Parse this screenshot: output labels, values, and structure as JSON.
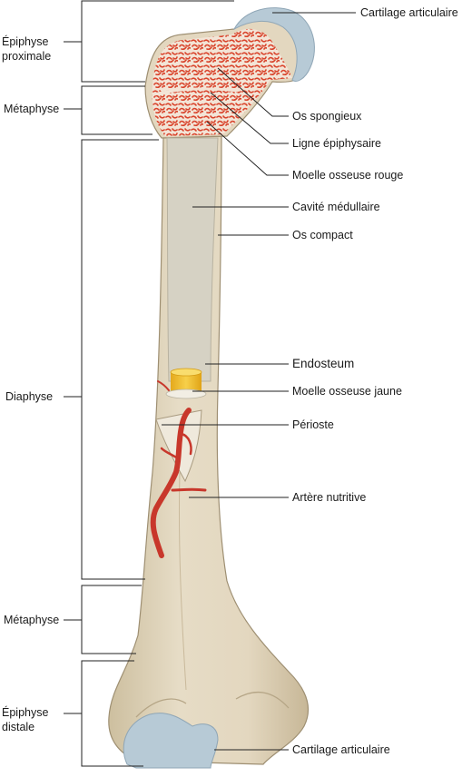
{
  "labels_left": {
    "epiphyse_proximale_1": "Épiphyse",
    "epiphyse_proximale_2": "proximale",
    "metaphyse_top": "Métaphyse",
    "diaphyse": "Diaphyse",
    "metaphyse_bottom": "Métaphyse",
    "epiphyse_distale_1": "Épiphyse",
    "epiphyse_distale_2": "distale"
  },
  "labels_right": {
    "cartilage_top": "Cartilage articulaire",
    "os_spongieux": "Os spongieux",
    "ligne_epiphysaire": "Ligne épiphysaire",
    "moelle_rouge": "Moelle osseuse rouge",
    "cavite_medullaire": "Cavité médullaire",
    "os_compact": "Os compact",
    "endosteum": "Endosteum",
    "moelle_jaune": "Moelle osseuse jaune",
    "perioste": "Périoste",
    "artere_nutritive": "Artère nutritive",
    "cartilage_bottom": "Cartilage articulaire"
  },
  "colors": {
    "bone": "#e3d7bf",
    "bone_shade": "#c9b99b",
    "cartilage": "#b7cad6",
    "spongy_red": "#d9442c",
    "marrow_cavity": "#d6d2c4",
    "yellow_marrow": "#f2c230",
    "artery": "#c8372b"
  }
}
